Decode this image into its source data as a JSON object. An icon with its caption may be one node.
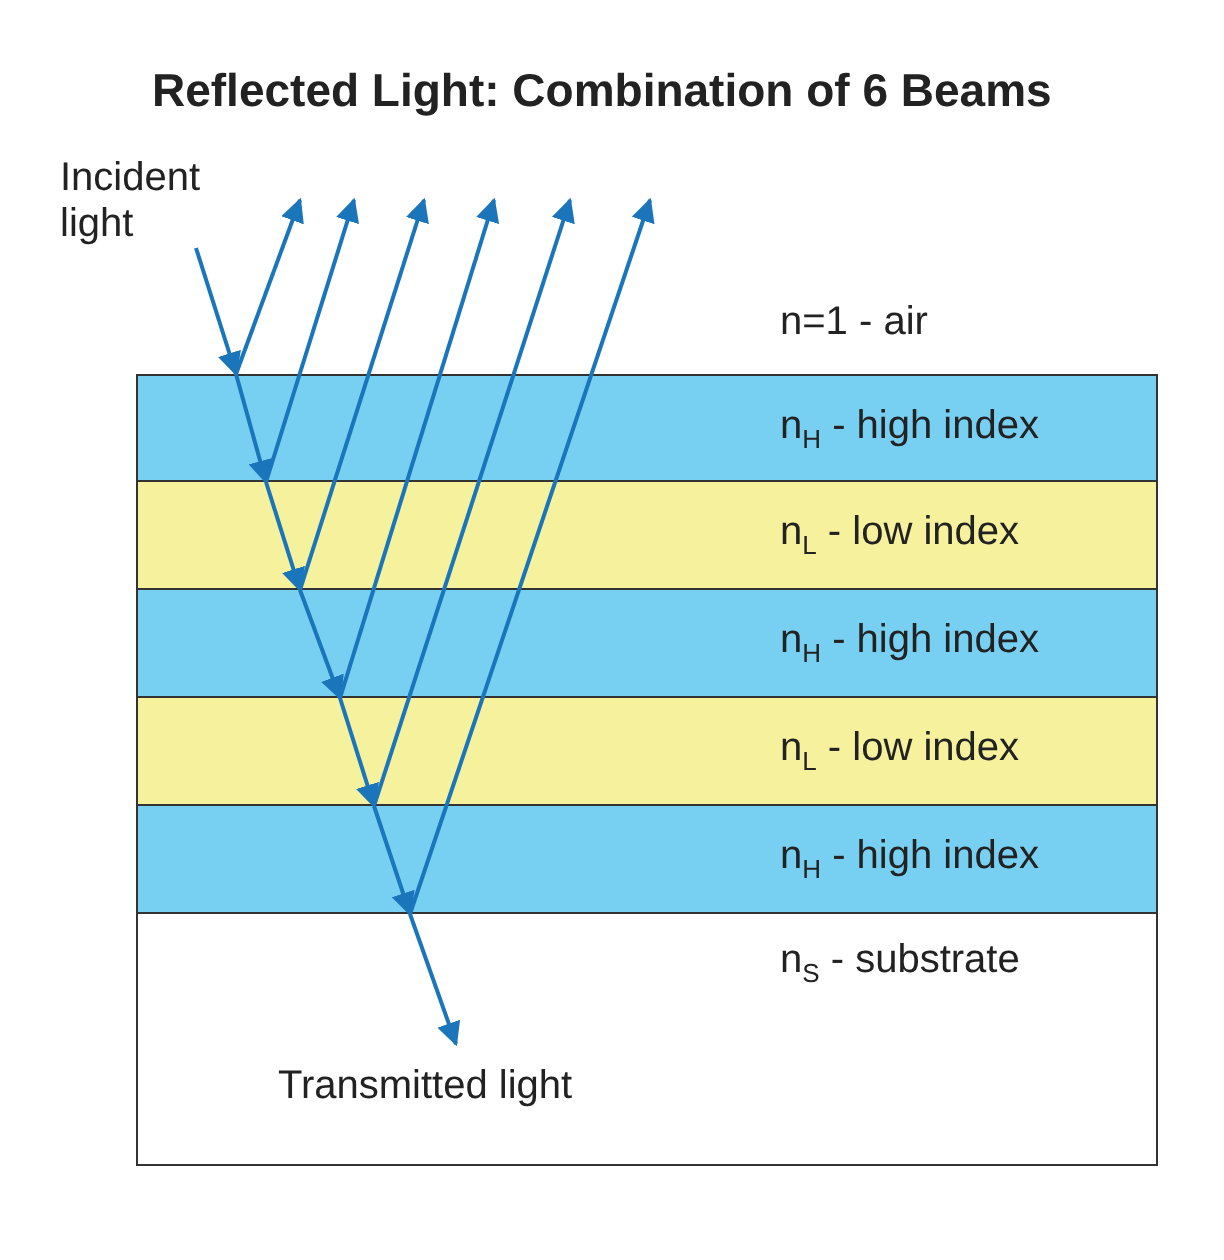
{
  "diagram": {
    "title": "Reflected Light: Combination of 6 Beams",
    "nodes": [
      {
        "text": [
          "Incident light"
        ]
      },
      {
        "text": [
          "n$_{H}$ - high index"
        ]
      },
      {
        "text": [
          "n$_{L}$ - low index"
        ]
      },
      {
        "text": [
          "n$_{H}$ - high index"
        ]
      },
      {
        "text": [
          "n$_{L}$ - low index"
        ]
      },
      {
        "text": [
          "n$_{H}$ - high index"
        ]
      },
      {
        "text": [
          "n$_{S}$ - substrate"
        ]
      },
      {
        "text": [
          "Transmitted light"
        ],
        "in": 6
      }
    ],
    "edges": [
      {
        "from": 0,
        "to": 1,
        "arrow": "to"
      },
      {
        "from": 1,
        "to": 2,
        "arrow": "to"
      },
      {
        "from": 2,
        "to": 3,
        "arrow": "to"
      },
      {
        "from": 3,
        "to": 4,
        "arrow": "to"
      },
      {
        "from": 4,
        "to": 5,
        "arrow": "to"
      },
      {
        "from": 5,
        "to": 6,
        "arrow": "to"
      },
      {
        "from": 6,
        "to": 7,
        "arrow": "to"
      },
      {
        "from": 1,
        "to": null,
        "arrow": "to"
      },
      {
        "from": 2,
        "to": null,
        "arrow": "to"
      },
      {
        "from": 3,
        "to": null,
        "arrow": "to"
      },
      {
        "from": 4,
        "to": null,
        "arrow": "to"
      },
      {
        "from": 5,
        "to": null,
        "arrow": "to"
      },
      {
        "from": 6,
        "to": null,
        "arrow": "to"
      }
    ],
    "labels": [
      "n=1 - air"
    ]
  }
}
